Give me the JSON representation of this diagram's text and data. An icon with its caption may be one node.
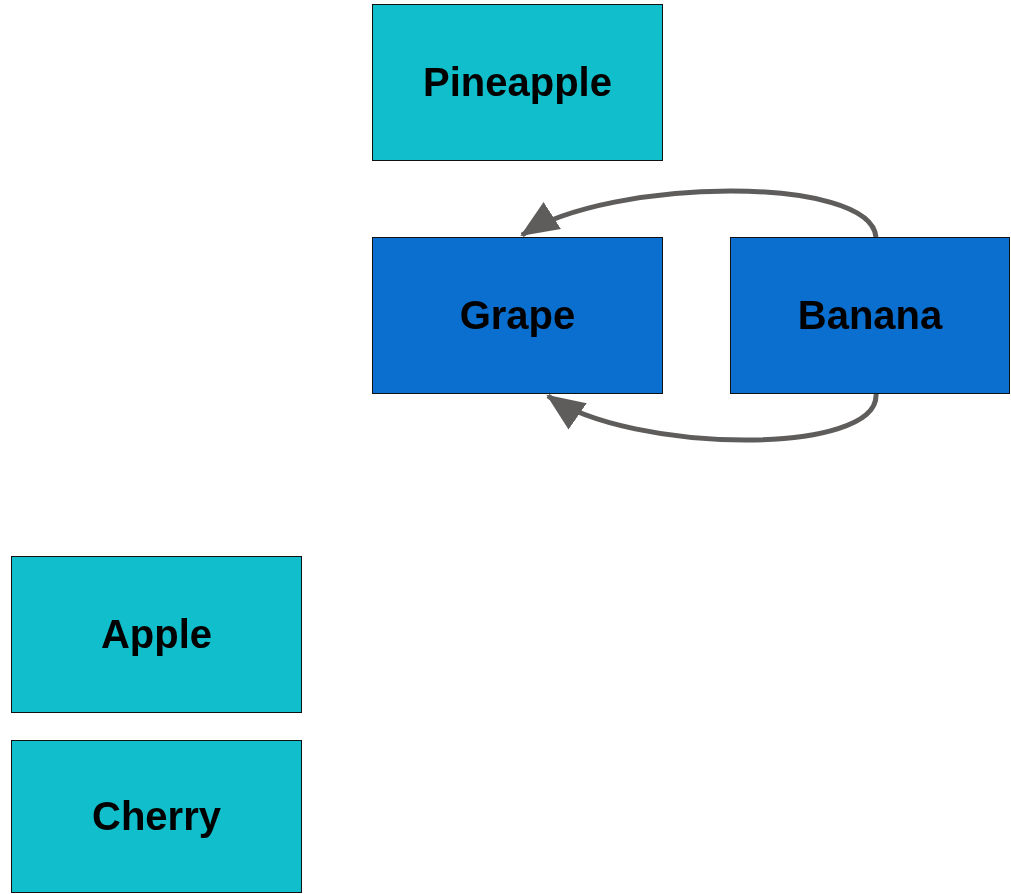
{
  "diagram": {
    "nodes": [
      {
        "text": [
          "Pineapple"
        ]
      },
      {
        "text": [
          "Grape"
        ]
      },
      {
        "text": [
          "Banana"
        ]
      },
      {
        "text": [
          "Apple"
        ]
      },
      {
        "text": [
          "Cherry"
        ]
      }
    ],
    "edges": [
      {
        "from": 2,
        "to": 1,
        "arrow": "to"
      },
      {
        "from": 2,
        "to": 1,
        "arrow": "to"
      }
    ]
  }
}
